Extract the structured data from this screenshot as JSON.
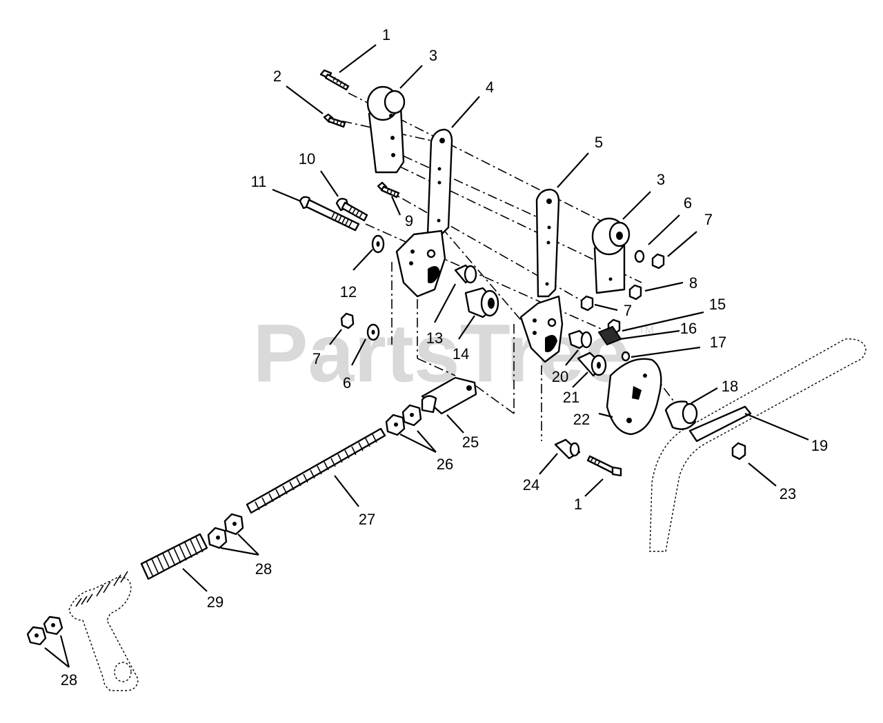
{
  "watermark": {
    "text": "PartsTree",
    "trademark": "TM"
  },
  "callouts": [
    "1",
    "2",
    "3",
    "4",
    "5",
    "3",
    "6",
    "7",
    "8",
    "7",
    "9",
    "10",
    "11",
    "12",
    "13",
    "14",
    "7",
    "6",
    "15",
    "16",
    "17",
    "20",
    "21",
    "18",
    "22",
    "19",
    "23",
    "24",
    "1",
    "25",
    "26",
    "27",
    "28",
    "29",
    "28"
  ],
  "colors": {
    "ink": "#000000",
    "paper": "#ffffff",
    "watermark": "#d9d9d9"
  }
}
